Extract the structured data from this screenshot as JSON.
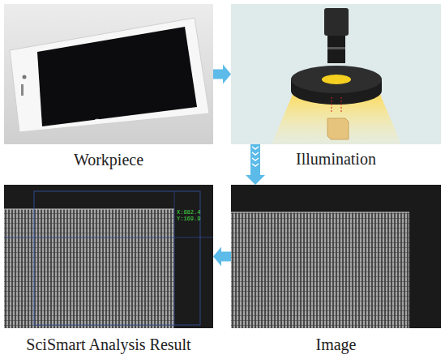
{
  "diagram": {
    "nodes": [
      {
        "text": [
          "Workpiece"
        ]
      },
      {
        "text": [
          "Illumination"
        ]
      },
      {
        "text": [
          "SciSmart Analysis Result"
        ]
      },
      {
        "text": [
          "Image"
        ]
      }
    ],
    "edges": [
      {
        "from": 0,
        "to": 1,
        "arrow": "to"
      },
      {
        "from": 1,
        "to": 3,
        "arrow": "to"
      },
      {
        "from": 3,
        "to": 2,
        "arrow": "to"
      }
    ],
    "labels": [
      "X:882.4",
      "Y:169.9"
    ]
  }
}
